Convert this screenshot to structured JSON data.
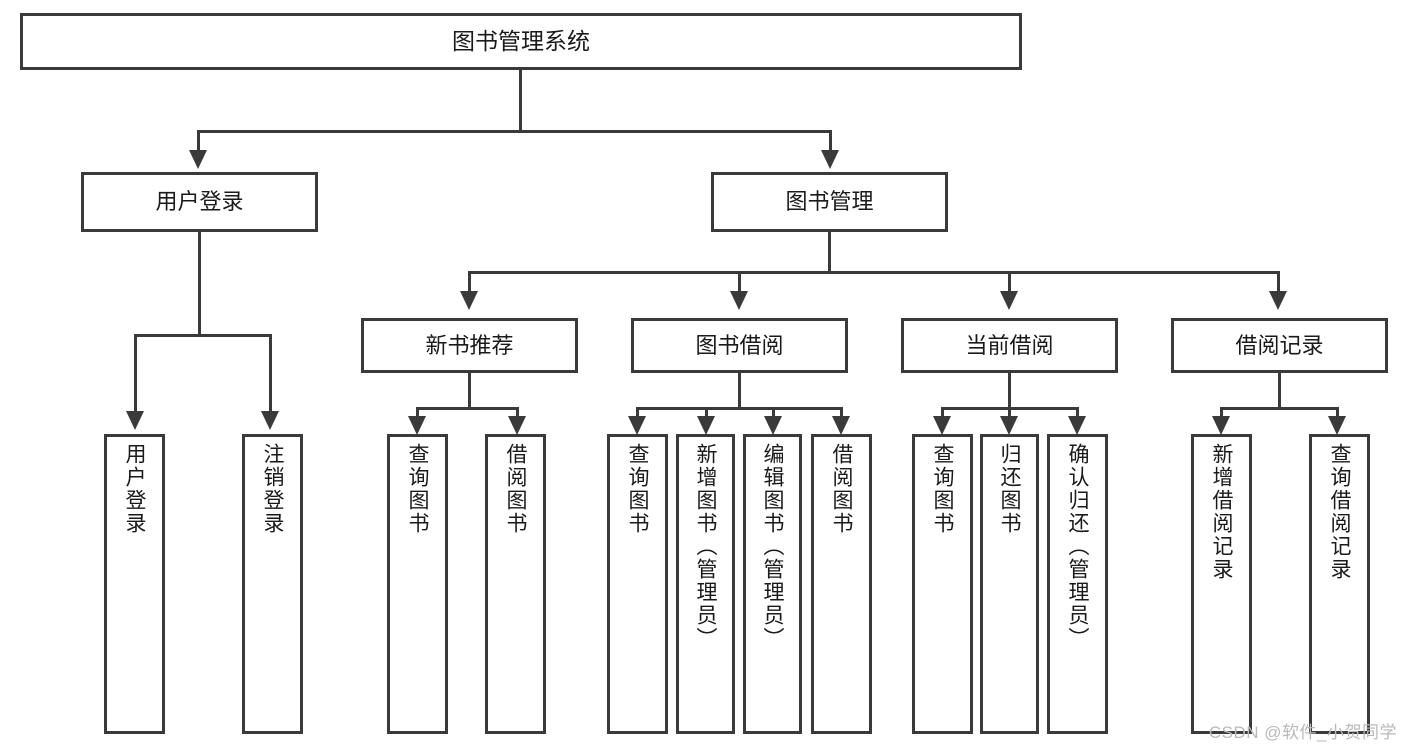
{
  "diagram": {
    "title": "图书管理系统",
    "type": "tree-hierarchy-diagram",
    "root": {
      "label": "图书管理系统"
    },
    "level1": [
      {
        "label": "用户登录"
      },
      {
        "label": "图书管理"
      }
    ],
    "level2": [
      {
        "label": "新书推荐"
      },
      {
        "label": "图书借阅"
      },
      {
        "label": "当前借阅"
      },
      {
        "label": "借阅记录"
      }
    ],
    "leaves": {
      "user_login": [
        {
          "label": "用户登录"
        },
        {
          "label": "注销登录"
        }
      ],
      "new_book_recommend": [
        {
          "label": "查询图书"
        },
        {
          "label": "借阅图书"
        }
      ],
      "book_borrow": [
        {
          "label": "查询图书"
        },
        {
          "label": "新增图书（管理员）"
        },
        {
          "label": "编辑图书（管理员）"
        },
        {
          "label": "借阅图书"
        }
      ],
      "current_borrow": [
        {
          "label": "查询图书"
        },
        {
          "label": "归还图书"
        },
        {
          "label": "确认归还（管理员）"
        }
      ],
      "borrow_record": [
        {
          "label": "新增借阅记录"
        },
        {
          "label": "查询借阅记录"
        }
      ]
    }
  },
  "watermark": {
    "text": "CSDN @软件_小贺同学"
  },
  "colors": {
    "stroke": "#3a3a3a",
    "background": "#ffffff",
    "text": "#1a1a1a",
    "watermark": "#b9b9b9"
  }
}
